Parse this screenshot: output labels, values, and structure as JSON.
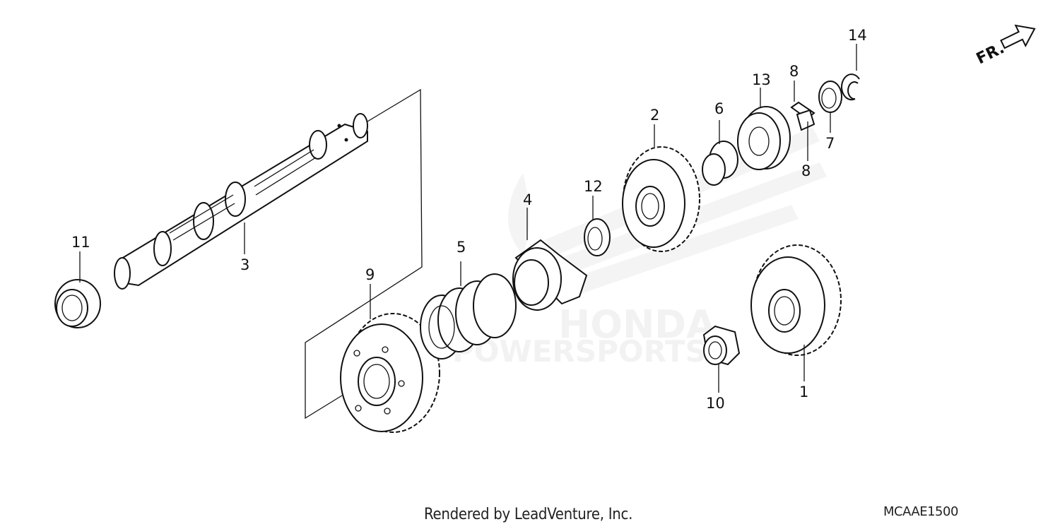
{
  "parts": [
    {
      "callout": "1",
      "kind": "gear"
    },
    {
      "callout": "2",
      "kind": "gear"
    },
    {
      "callout": "3",
      "kind": "shaft"
    },
    {
      "callout": "4",
      "kind": "cam"
    },
    {
      "callout": "5",
      "kind": "spring"
    },
    {
      "callout": "6",
      "kind": "collar"
    },
    {
      "callout": "7",
      "kind": "washer"
    },
    {
      "callout": "8",
      "kind": "cotter"
    },
    {
      "callout": "8",
      "kind": "cotter"
    },
    {
      "callout": "9",
      "kind": "gear"
    },
    {
      "callout": "10",
      "kind": "nut"
    },
    {
      "callout": "11",
      "kind": "nut"
    },
    {
      "callout": "12",
      "kind": "washer"
    },
    {
      "callout": "13",
      "kind": "bearing"
    },
    {
      "callout": "14",
      "kind": "circlip"
    }
  ],
  "direction_marker": {
    "label": "FR.",
    "icon": "arrow-icon"
  },
  "footer": {
    "credit": "Rendered by LeadVenture, Inc.",
    "diagram_code": "MCAAE1500"
  }
}
